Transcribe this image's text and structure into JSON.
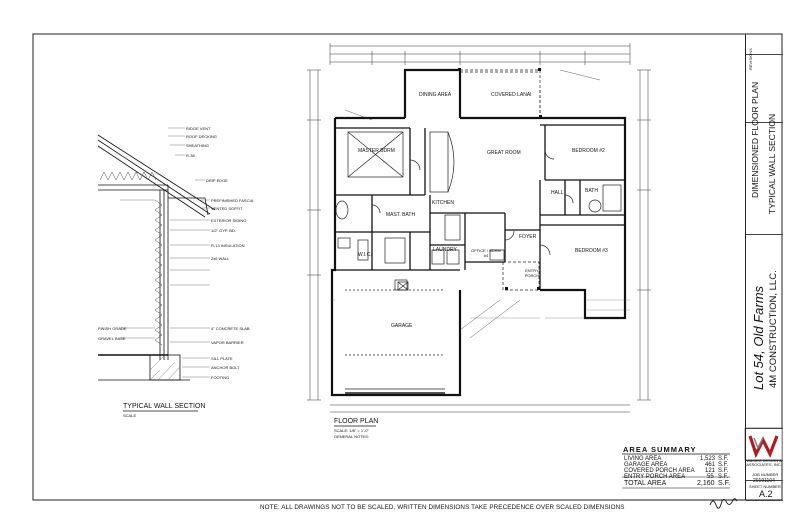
{
  "wall_section": {
    "title": "TYPICAL WALL SECTION",
    "scale": "SCALE",
    "labels": [
      "2x6 WALL",
      "R-38",
      "SHEATHING",
      "ROOF DECKING",
      "RIDGE VENT",
      "DRIP EDGE",
      "PREFINISHED FASCIA",
      "VENTED SOFFIT",
      "EXTERIOR SIDING",
      "1/2\" GYP. BD.",
      "R-13 INSULATION",
      "4\" CONCRETE SLAB",
      "VAPOR BARRIER",
      "SILL PLATE",
      "ANCHOR BOLT",
      "FOOTING",
      "FINISH GRADE",
      "GRAVEL BASE"
    ]
  },
  "floor_plan": {
    "title": "FLOOR PLAN",
    "scale": "SCALE: 1/8\" = 1'-0\"",
    "general_notes": "GENERAL NOTES:",
    "rooms": {
      "dining": "DINING AREA",
      "covered_lanai": "COVERED LANAI",
      "master_bedroom": "MASTER BDRM",
      "great_room": "GREAT ROOM",
      "bedroom2": "BEDROOM #2",
      "master_bath": "MAST. BATH",
      "wic": "W.I.C.",
      "hall": "HALL",
      "bath": "BATH",
      "kitchen": "KITCHEN",
      "laundry": "LAUNDRY",
      "office": "OFFICE / BDRM #4",
      "foyer": "FOYER",
      "entry_porch": "ENTRY PORCH",
      "bedroom3": "BEDROOM #3",
      "garage": "GARAGE"
    }
  },
  "area_summary": {
    "title": "AREA SUMMARY",
    "rows": [
      {
        "label": "LIVING AREA",
        "value": "1,523",
        "unit": "S.F."
      },
      {
        "label": "GARAGE AREA",
        "value": "461",
        "unit": "S.F."
      },
      {
        "label": "COVERED PORCH AREA",
        "value": "121",
        "unit": "S.F."
      },
      {
        "label": "ENTRY PORCH AREA",
        "value": "55",
        "unit": "S.F."
      }
    ],
    "total": {
      "label": "TOTAL AREA",
      "value": "2,160",
      "unit": "S.F."
    }
  },
  "title_block": {
    "revisions": "REVISIONS",
    "sheet_title_1": "DIMENSIONED FLOOR PLAN",
    "sheet_title_2": "TYPICAL WALL SECTION",
    "project": "Lot 54, Old Farms",
    "company": "4M CONSTRUCTION, LLC.",
    "designer": "VALDEZ DESIGN & ASSOCIATES, INC.",
    "job_number_label": "JOB NUMBER",
    "job_number": "20191104",
    "sheet_number_label": "SHEET NUMBER",
    "sheet_number": "A.2"
  },
  "footer_note": "NOTE:  ALL DRAWINGS NOT TO BE SCALED, WRITTEN DIMENSIONS TAKE PRECEDENCE OVER SCALED DIMENSIONS",
  "colors": {
    "line": "#1a1a1a",
    "logo_red": "#b01c24",
    "logo_gray": "#7a7a7a"
  }
}
